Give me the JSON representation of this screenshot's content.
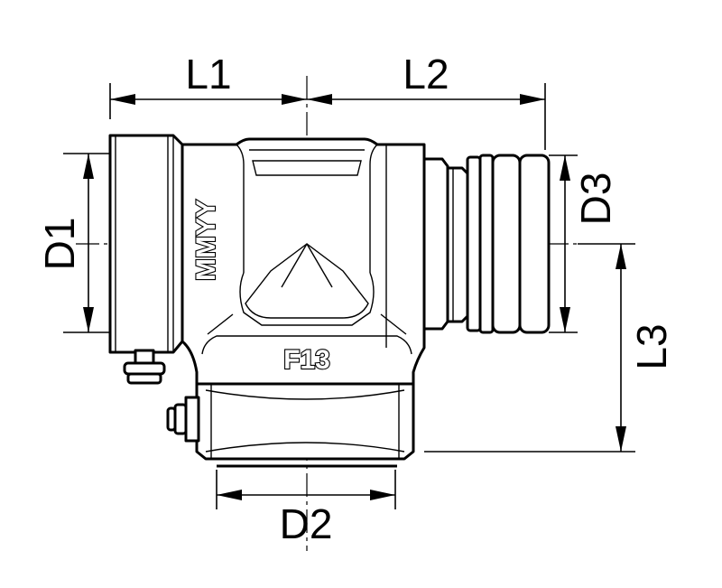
{
  "dimensions": {
    "l1": "L1",
    "l2": "L2",
    "l3": "L3",
    "d1": "D1",
    "d2": "D2",
    "d3": "D3"
  },
  "markings": {
    "date_code": "MMYY",
    "model": "F13"
  }
}
